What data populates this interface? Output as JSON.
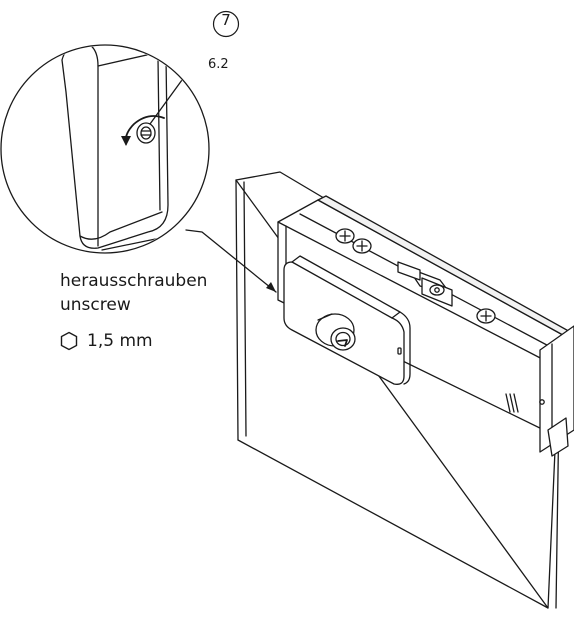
{
  "instruction": {
    "action_de": "herausschrauben",
    "action_en": "unscrew",
    "tool_size": "1,5 mm"
  },
  "callout": {
    "number": "7",
    "step": "6.2"
  },
  "icons": {
    "tool": "hex-key-icon",
    "rotation": "counterclockwise-arrow-icon"
  },
  "colors": {
    "line": "#1a1a1a",
    "background": "#ffffff"
  }
}
